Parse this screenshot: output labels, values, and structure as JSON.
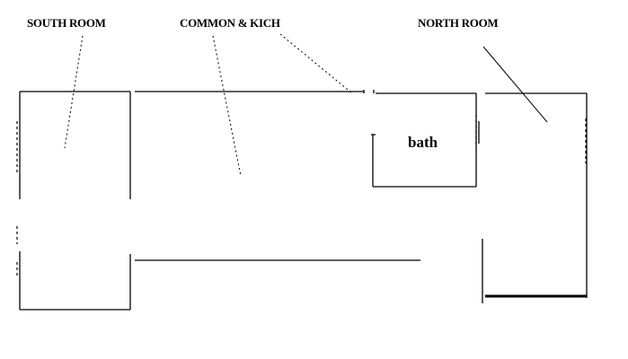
{
  "labels": {
    "south_room": "SOUTH ROOM",
    "common_kitchen": "COMMON  & KICH",
    "north_room": "NORTH ROOM",
    "bath": "bath"
  },
  "colors": {
    "ink": "#000000",
    "background": "#ffffff"
  }
}
